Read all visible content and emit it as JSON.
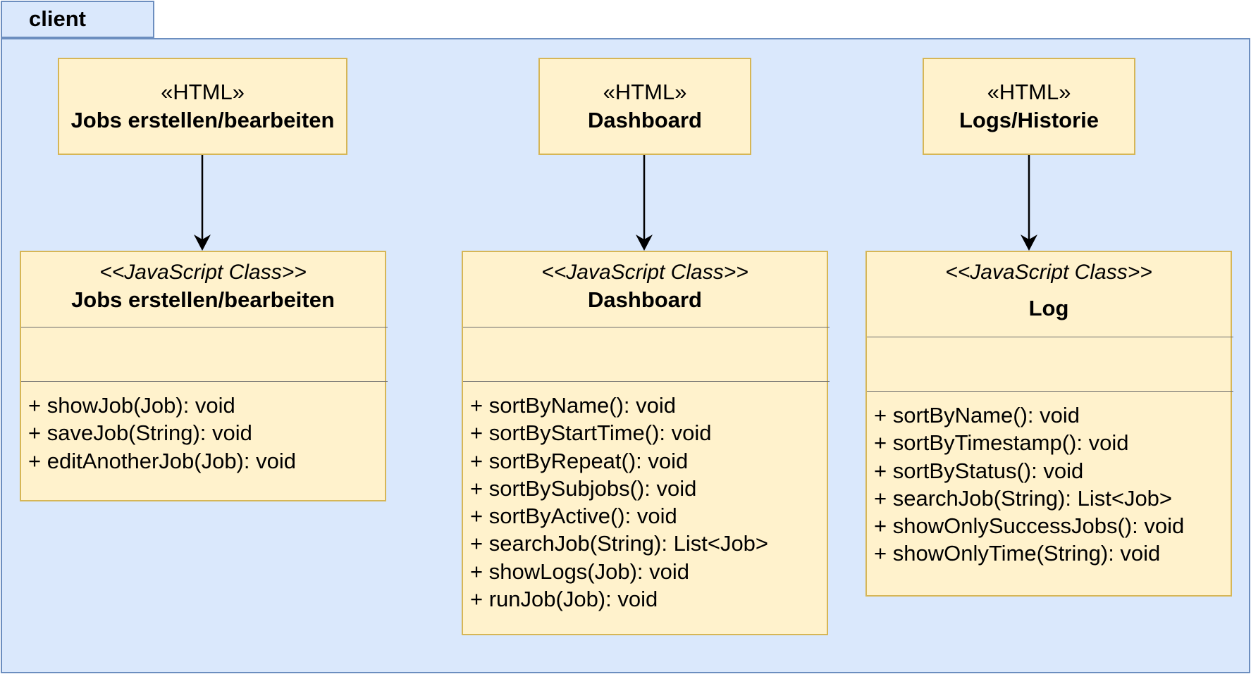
{
  "package": {
    "name": "client"
  },
  "html_pages": [
    {
      "stereotype": "«HTML»",
      "title": "Jobs erstellen/bearbeiten"
    },
    {
      "stereotype": "«HTML»",
      "title": "Dashboard"
    },
    {
      "stereotype": "«HTML»",
      "title": "Logs/Historie"
    }
  ],
  "js_classes": [
    {
      "stereotype": "<<JavaScript Class>>",
      "title": "Jobs erstellen/bearbeiten",
      "methods": [
        "+ showJob(Job): void",
        "+ saveJob(String): void",
        "+ editAnotherJob(Job): void"
      ]
    },
    {
      "stereotype": "<<JavaScript Class>>",
      "title": "Dashboard",
      "methods": [
        "+ sortByName(): void",
        "+ sortByStartTime(): void",
        "+ sortByRepeat(): void",
        "+ sortBySubjobs(): void",
        "+ sortByActive(): void",
        "+ searchJob(String): List<Job>",
        "+ showLogs(Job): void",
        "+ runJob(Job): void"
      ]
    },
    {
      "stereotype": "<<JavaScript Class>>",
      "title": "Log",
      "methods": [
        "+ sortByName(): void",
        "+ sortByTimestamp(): void",
        "+ sortByStatus(): void",
        "+ searchJob(String): List<Job>",
        "+ showOnlySuccessJobs(): void",
        "+ showOnlyTime(String): void"
      ]
    }
  ],
  "colors": {
    "package_fill": "#dae8fc",
    "package_stroke": "#6c8ebf",
    "box_fill": "#fff2cc",
    "box_stroke": "#d6b656"
  }
}
